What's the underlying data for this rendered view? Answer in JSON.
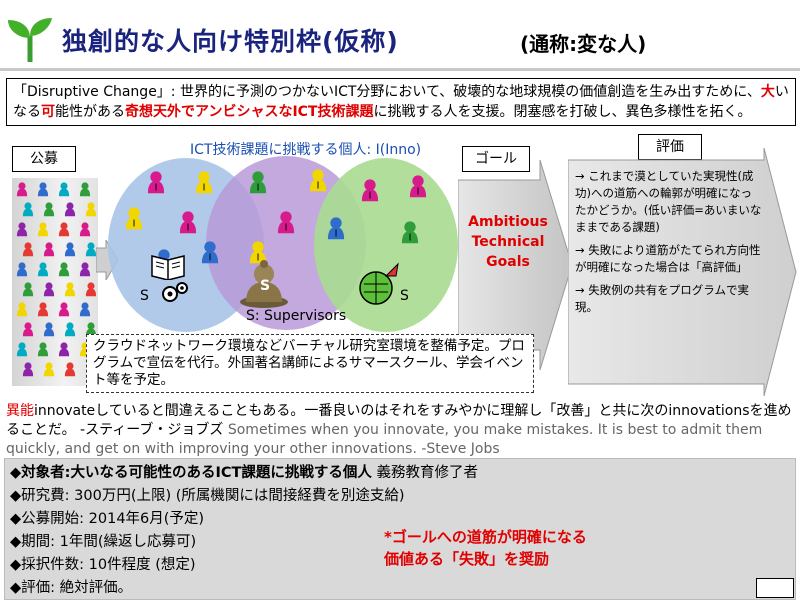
{
  "title": "独創的な人向け特別枠(仮称)",
  "nickname": "(通称:変な人)",
  "intro": {
    "p1": "「Disruptive Change」: 世界的に予測のつかないICT分野において、破壊的な地球規模の価値創造を生み出すために、",
    "dai": "大",
    "p2": "いなる",
    "ka": "可",
    "p3": "能性がある",
    "kisou": "奇想天外でアンビシャスなICT技術課題",
    "p4": "に挑戦する人を支援。閉塞感を打破し、異色多様性を拓く。"
  },
  "labels": {
    "koubo": "公募",
    "goal": "ゴール",
    "hyouka": "評価"
  },
  "circles_title": "ICT技術課題に挑戦する個人: I(Inno)",
  "supervisors": "S: Supervisors",
  "person_letter": "I",
  "s_letter": "S",
  "goal_text": {
    "l1": "Ambitious",
    "l2": "Technical",
    "l3": "Goals"
  },
  "evaluation": [
    "→ これまで漠としていた実現性(成功)への道筋への輪郭が明確になったかどうか。(低い評価=あいまいなままである課題)",
    "→ 失敗により道筋がたてられ方向性が明確になった場合は「高評価」",
    "→ 失敗例の共有をプログラムで実現。"
  ],
  "dashed_note": "クラウドネットワーク環境などバーチャル研究室環境を整備予定。プログラムで宣伝を代行。外国著名講師によるサマースクール、学会イベント等を予定。",
  "quote": {
    "ino": "異能",
    "jp": "innovateしていると間違えることもある。一番良いのはそれをすみやかに理解し「改善」と共に次のinnovationsを進めることだ。 -スティーブ・ジョブズ ",
    "en": "Sometimes when you innovate, you make mistakes. It is best to admit them quickly, and get on with improving your other innovations. -Steve Jobs"
  },
  "conditions": [
    {
      "label": "◆対象者:大いなる可能性のあるICT課題に挑戦する個人",
      "extra": "義務教育修了者"
    },
    {
      "label": "◆研究費: 300万円(上限) (所属機関には間接経費を別途支給)",
      "extra": ""
    },
    {
      "label": "◆公募開始: 2014年6月(予定)",
      "extra": ""
    },
    {
      "label": "◆期間: 1年間(繰返し応募可)",
      "extra": ""
    },
    {
      "label": "◆採択件数: 10件程度 (想定)",
      "extra": ""
    },
    {
      "label": "◆評価: 絶対評価。",
      "extra": ""
    }
  ],
  "highlight": {
    "l1": "*ゴールへの道筋が明確になる",
    "l2": "価値ある「失敗」を奨励"
  },
  "colors": {
    "title": "#1a237e",
    "red": "#e00000",
    "circle_blue": "#a8c4e8",
    "circle_purple": "#b89ad8",
    "circle_green": "#a8dc90",
    "figure_magenta": "#d81b8c",
    "figure_yellow": "#f2d600",
    "figure_green": "#2f9e3a",
    "figure_blue": "#2f6ccc"
  }
}
